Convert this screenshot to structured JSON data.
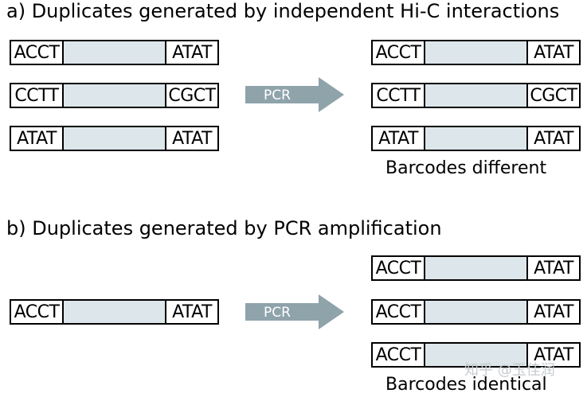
{
  "colors": {
    "insert_fill": "#dde6ea",
    "arrow_fill": "#8fa3ab",
    "arrow_text": "#ffffff",
    "watermark": "#c6ccd0"
  },
  "panel_a": {
    "title": "a) Duplicates generated by independent Hi-C interactions",
    "arrow_label": "PCR",
    "caption": "Barcodes different",
    "input_reads": [
      {
        "left": "ACCT",
        "right": "ATAT"
      },
      {
        "left": "CCTT",
        "right": "CGCT"
      },
      {
        "left": "ATAT",
        "right": "ATAT"
      }
    ],
    "output_reads": [
      {
        "left": "ACCT",
        "right": "ATAT"
      },
      {
        "left": "CCTT",
        "right": "CGCT"
      },
      {
        "left": "ATAT",
        "right": "ATAT"
      }
    ]
  },
  "panel_b": {
    "title": "b) Duplicates generated by PCR amplification",
    "arrow_label": "PCR",
    "caption": "Barcodes identical",
    "input_reads": [
      {
        "left": "ACCT",
        "right": "ATAT"
      }
    ],
    "output_reads": [
      {
        "left": "ACCT",
        "right": "ATAT"
      },
      {
        "left": "ACCT",
        "right": "ATAT"
      },
      {
        "left": "ACCT",
        "right": "ATAT"
      }
    ]
  },
  "watermark": {
    "text": "知乎 @玉佳润",
    "icon": "zhihu-logo"
  }
}
